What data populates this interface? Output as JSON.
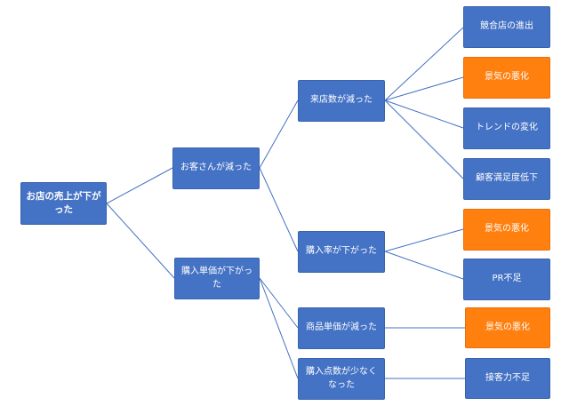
{
  "colors": {
    "blue_box": "#4472c4",
    "orange_box": "#ff7f0f",
    "connector": "#4472c4"
  },
  "nodes": {
    "root": "お店の売上が下がった",
    "fewer_customers": "お客さんが減った",
    "lower_unit_price": "購入単価が下がった",
    "fewer_visits": "来店数が減った",
    "lower_purchase_rate": "購入率が下がった",
    "lower_product_price": "商品単価が減った",
    "fewer_items": "購入点数が少なくなった",
    "competitor_entry": "競合店の進出",
    "economy_worse_1": "景気の悪化",
    "trend_change": "トレンドの変化",
    "satisfaction_drop": "顧客満足度低下",
    "economy_worse_2": "景気の悪化",
    "pr_shortage": "PR不足",
    "economy_worse_3": "景気の悪化",
    "service_shortage": "接客力不足"
  }
}
